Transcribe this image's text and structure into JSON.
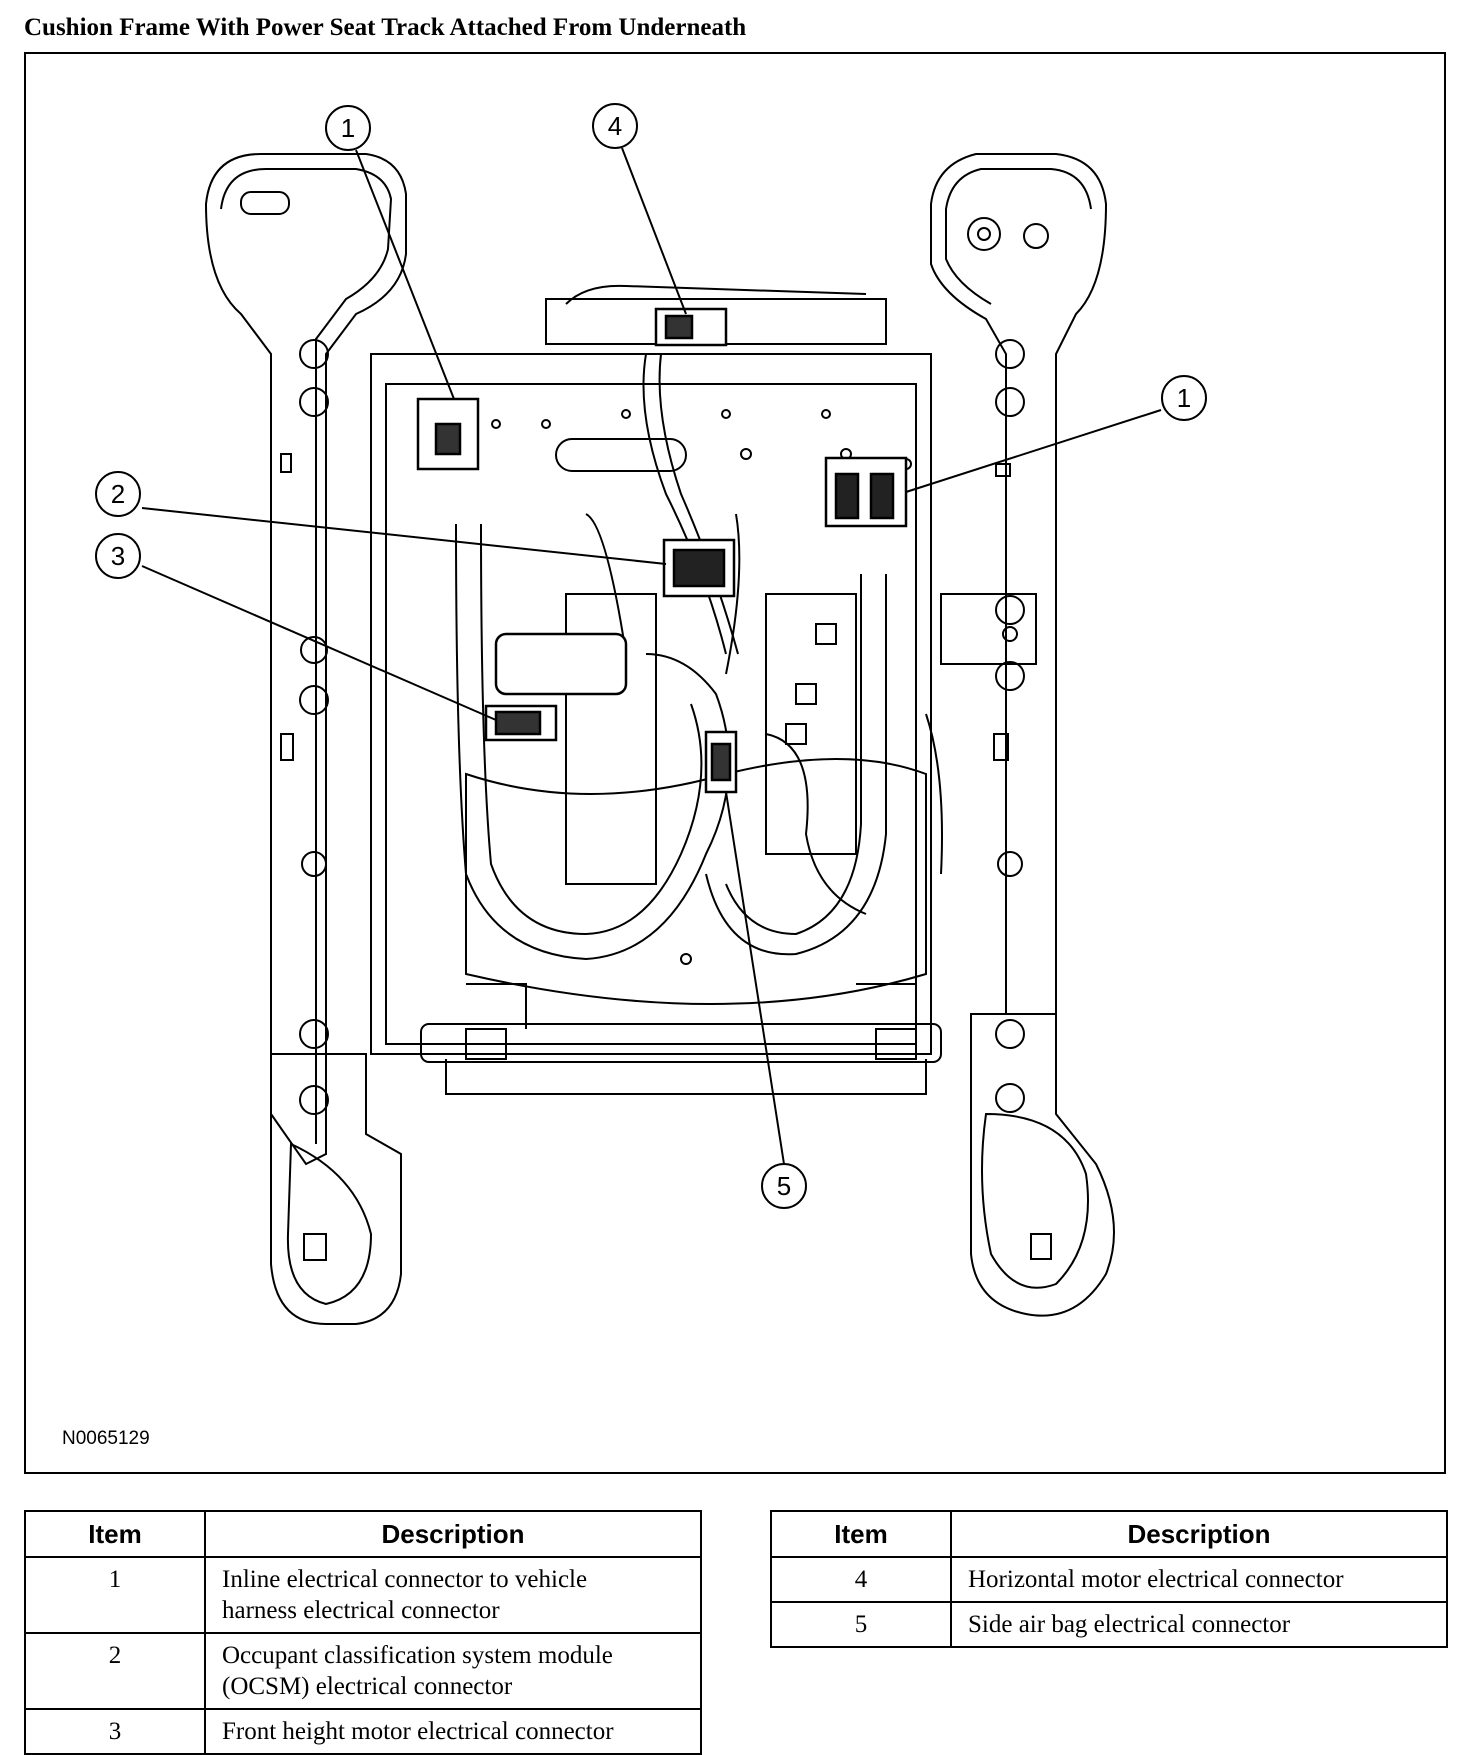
{
  "title": "Cushion Frame With Power Seat Track Attached From Underneath",
  "figure_code": "N0065129",
  "callouts": {
    "c1a": "1",
    "c1b": "1",
    "c2": "2",
    "c3": "3",
    "c4": "4",
    "c5": "5"
  },
  "legend_left": {
    "header_item": "Item",
    "header_description": "Description",
    "rows": [
      {
        "item": "1",
        "description_line1": "Inline electrical connector to vehicle",
        "description_line2": "harness electrical connector"
      },
      {
        "item": "2",
        "description_line1": "Occupant classification system module",
        "description_line2": "(OCSM) electrical connector"
      },
      {
        "item": "3",
        "description_line1": "Front height motor electrical connector"
      }
    ]
  },
  "legend_right": {
    "header_item": "Item",
    "header_description": "Description",
    "rows": [
      {
        "item": "4",
        "description_line1": "Horizontal motor electrical connector"
      },
      {
        "item": "5",
        "description_line1": "Side air bag electrical connector"
      }
    ]
  }
}
